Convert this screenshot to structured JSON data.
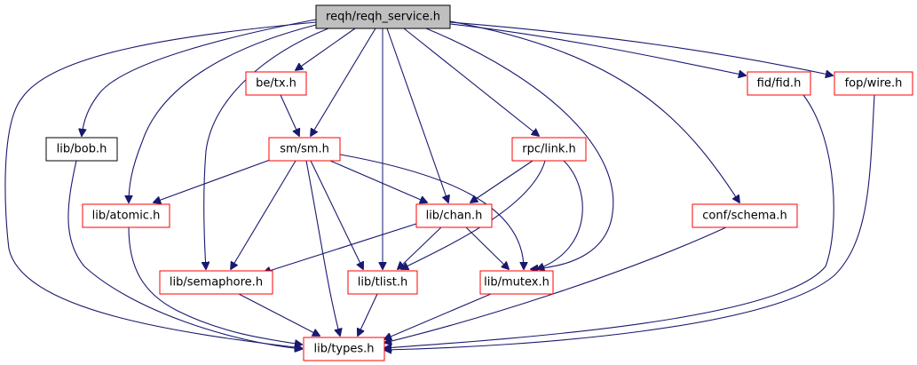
{
  "diagram": {
    "title": "Include dependency graph for reqh/reqh_service.h",
    "root": "reqh_service",
    "nodes": [
      {
        "id": "reqh_service",
        "label": "reqh/reqh_service.h",
        "style": "root"
      },
      {
        "id": "tx",
        "label": "be/tx.h",
        "style": "red"
      },
      {
        "id": "fid",
        "label": "fid/fid.h",
        "style": "red"
      },
      {
        "id": "wire",
        "label": "fop/wire.h",
        "style": "red"
      },
      {
        "id": "bob",
        "label": "lib/bob.h",
        "style": "black"
      },
      {
        "id": "sm",
        "label": "sm/sm.h",
        "style": "red"
      },
      {
        "id": "link",
        "label": "rpc/link.h",
        "style": "red"
      },
      {
        "id": "atomic",
        "label": "lib/atomic.h",
        "style": "red"
      },
      {
        "id": "chan",
        "label": "lib/chan.h",
        "style": "red"
      },
      {
        "id": "schema",
        "label": "conf/schema.h",
        "style": "red"
      },
      {
        "id": "semaphore",
        "label": "lib/semaphore.h",
        "style": "red"
      },
      {
        "id": "tlist",
        "label": "lib/tlist.h",
        "style": "red"
      },
      {
        "id": "mutex",
        "label": "lib/mutex.h",
        "style": "red"
      },
      {
        "id": "types",
        "label": "lib/types.h",
        "style": "red"
      }
    ],
    "edges": [
      {
        "from": "reqh_service",
        "to": "types"
      },
      {
        "from": "reqh_service",
        "to": "bob"
      },
      {
        "from": "reqh_service",
        "to": "atomic"
      },
      {
        "from": "reqh_service",
        "to": "semaphore"
      },
      {
        "from": "reqh_service",
        "to": "tx"
      },
      {
        "from": "reqh_service",
        "to": "sm"
      },
      {
        "from": "reqh_service",
        "to": "tlist"
      },
      {
        "from": "reqh_service",
        "to": "chan"
      },
      {
        "from": "reqh_service",
        "to": "link"
      },
      {
        "from": "reqh_service",
        "to": "mutex"
      },
      {
        "from": "reqh_service",
        "to": "schema"
      },
      {
        "from": "reqh_service",
        "to": "fid"
      },
      {
        "from": "reqh_service",
        "to": "wire"
      },
      {
        "from": "tx",
        "to": "sm"
      },
      {
        "from": "bob",
        "to": "types"
      },
      {
        "from": "sm",
        "to": "atomic"
      },
      {
        "from": "sm",
        "to": "semaphore"
      },
      {
        "from": "sm",
        "to": "types"
      },
      {
        "from": "sm",
        "to": "tlist"
      },
      {
        "from": "sm",
        "to": "chan"
      },
      {
        "from": "sm",
        "to": "mutex"
      },
      {
        "from": "link",
        "to": "chan"
      },
      {
        "from": "link",
        "to": "tlist"
      },
      {
        "from": "link",
        "to": "mutex"
      },
      {
        "from": "atomic",
        "to": "types"
      },
      {
        "from": "chan",
        "to": "semaphore"
      },
      {
        "from": "chan",
        "to": "tlist"
      },
      {
        "from": "chan",
        "to": "mutex"
      },
      {
        "from": "schema",
        "to": "types"
      },
      {
        "from": "semaphore",
        "to": "types"
      },
      {
        "from": "tlist",
        "to": "types"
      },
      {
        "from": "mutex",
        "to": "types"
      },
      {
        "from": "fid",
        "to": "types"
      },
      {
        "from": "wire",
        "to": "types"
      }
    ]
  }
}
